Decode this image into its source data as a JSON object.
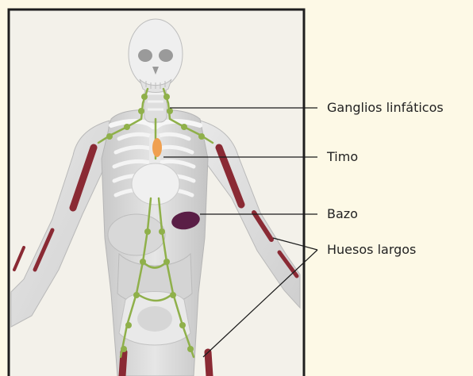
{
  "labels": {
    "ganglios": "Ganglios linfáticos",
    "timo": "Timo",
    "bazo": "Bazo",
    "huesos": "Huesos largos"
  },
  "colors": {
    "background": "#fdf9e6",
    "frame": "#1f1f1f",
    "panel": "#f3f1ea",
    "body": "#dcdcdc",
    "bone": "#efefef",
    "marrow": "#8a2a34",
    "lymph": "#8fb04a",
    "thymus": "#f0a050",
    "spleen": "#5a1e46",
    "leader_line": "#1a1a1a"
  }
}
